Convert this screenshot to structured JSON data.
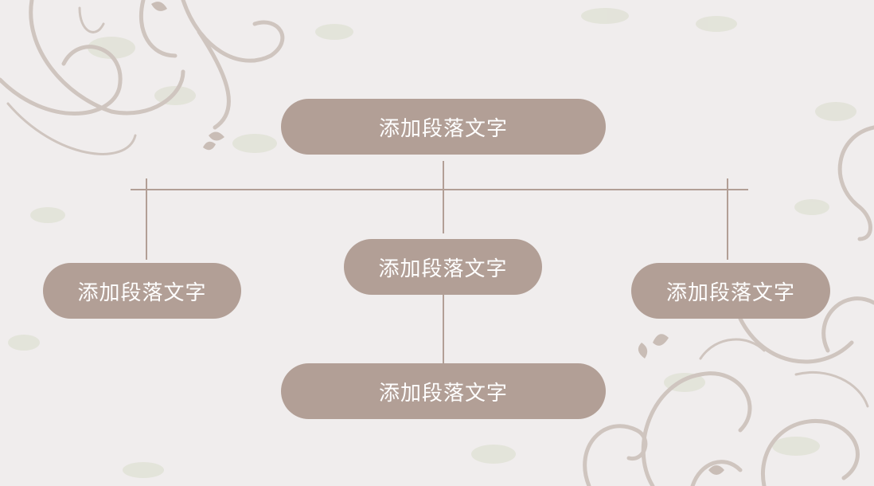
{
  "colors": {
    "node_fill": "#b29f96",
    "node_text": "#ffffff",
    "background": "#f0eded",
    "ornament": "#cfc5bf",
    "leaf": "#d9dccb"
  },
  "nodes": {
    "top": "添加段落文字",
    "middle": "添加段落文字",
    "left": "添加段落文字",
    "right": "添加段落文字",
    "bottom": "添加段落文字"
  }
}
